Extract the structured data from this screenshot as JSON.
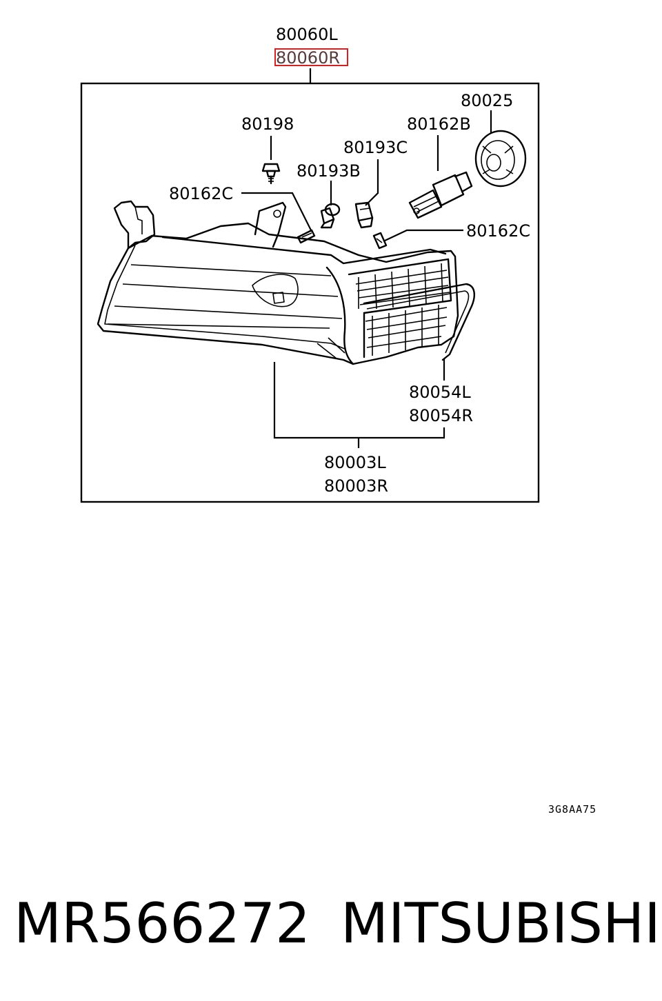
{
  "callouts": {
    "assembly_left": "80060L",
    "assembly_right": "80060R",
    "screw": "80198",
    "bulb_socket_b": "80193B",
    "bulb_socket_c": "80193C",
    "bulb_main": "80162B",
    "cap": "80025",
    "bulb_small_upper": "80162C",
    "bulb_small_right": "80162C",
    "seal_left": "80054L",
    "seal_right": "80054R",
    "lens_left": "80003L",
    "lens_right": "80003R"
  },
  "highlight": {
    "color": "#d42020",
    "target": "80060R"
  },
  "diagram_code": "3G8AA75",
  "footer": {
    "part_number": "MR566272",
    "brand": "MITSUBISHI"
  }
}
